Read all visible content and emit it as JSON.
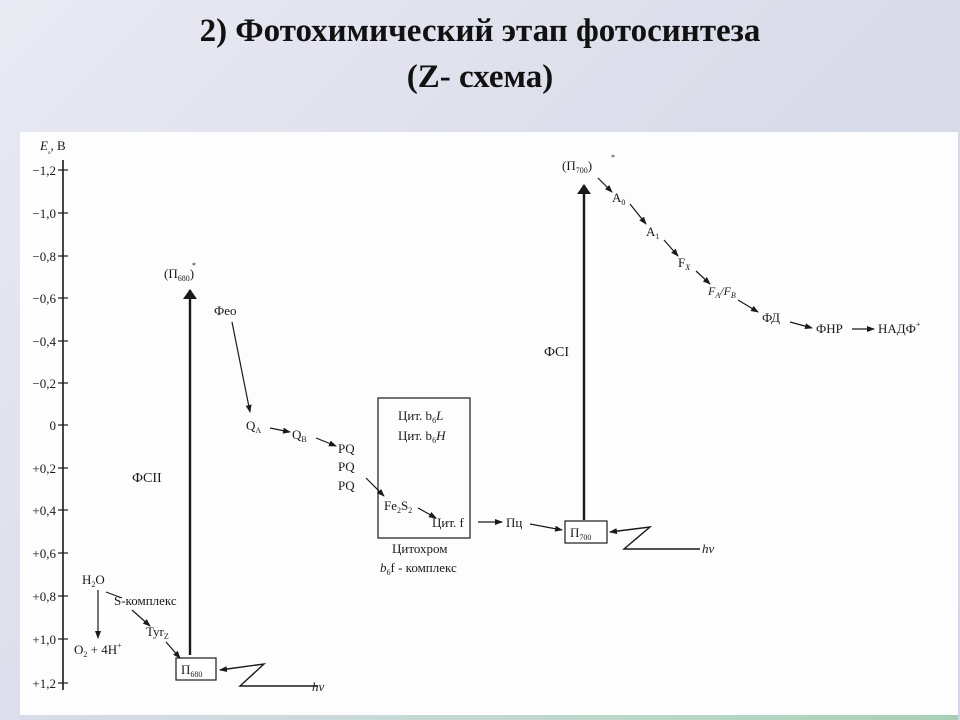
{
  "title": {
    "line1": "2) Фотохимический этап фотосинтеза",
    "line2": "(Z- схема)"
  },
  "axis": {
    "label_e": "E",
    "label_sub": "ₒ",
    "label_unit": ", В",
    "ticks": [
      "−1,2",
      "−1,0",
      "−0,8",
      "−0,6",
      "−0,4",
      "−0,2",
      "0",
      "+0,2",
      "+0,4",
      "+0,6",
      "+0,8",
      "+1,0",
      "+1,2"
    ]
  },
  "diagram": {
    "p680_star": "(П",
    "p680_star_sub": "680",
    "p680_star_tail": ")",
    "pheo": "Фео",
    "qa": "Q",
    "qa_sub": "A",
    "qb": "Q",
    "qb_sub": "B",
    "pq": "PQ",
    "fes": "Fe",
    "fes_sub1": "2",
    "fes_s": "S",
    "fes_sub2": "2",
    "cyt_f": "Цит. f",
    "pc": "Пц",
    "p700": "П",
    "p700_sub": "700",
    "p700_star": "(П",
    "p700_star_sub": "700",
    "p700_star_tail": ")",
    "a0": "A",
    "a0_sub": "0",
    "a1": "A",
    "a1_sub": "1",
    "fx": "F",
    "fx_sub": "X",
    "fafb": "F",
    "fafb_sub1": "A",
    "fafb_mid": "/F",
    "fafb_sub2": "B",
    "fd": "ФД",
    "fnr": "ФНР",
    "nadp": "НАДФ",
    "nadp_sup": "+",
    "psi": "ФСI",
    "psii": "ФСII",
    "p680": "П",
    "p680_sub": "680",
    "h2o": "H",
    "h2o_sub": "2",
    "h2o_tail": "O",
    "s_complex": "S-комплекс",
    "tyr": "Tyr",
    "tyr_sub": "Z",
    "o2": "O",
    "o2_sub": "2",
    "o2_tail": " + 4H",
    "o2_sup": "+",
    "hv": "hν",
    "cyt_box_line1": "Цит. b",
    "cyt_box_line1_sub": "6",
    "cyt_box_line1_tail": "L",
    "cyt_box_line2": "Цит. b",
    "cyt_box_line2_sub": "6",
    "cyt_box_line2_tail": "H",
    "cyt_caption1": "Цитохром",
    "cyt_caption2": "b",
    "cyt_caption2_sub": "6",
    "cyt_caption2_tail": "f - комплекс"
  }
}
